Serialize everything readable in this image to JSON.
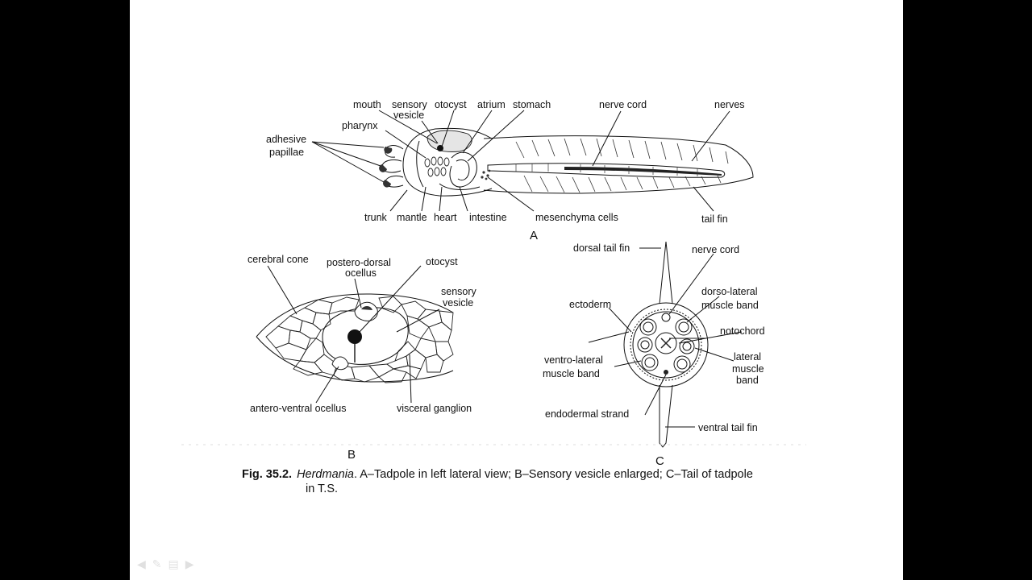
{
  "diagram": {
    "A": {
      "panel": "A",
      "labels": {
        "mouth": "mouth",
        "sensory1": "sensory",
        "sensory2": "vesicle",
        "otocyst": "otocyst",
        "atrium": "atrium",
        "stomach": "stomach",
        "nerve_cord": "nerve cord",
        "nerves": "nerves",
        "pharynx": "pharynx",
        "adhesive1": "adhesive",
        "adhesive2": "papillae",
        "trunk": "trunk",
        "mantle": "mantle",
        "heart": "heart",
        "intestine": "intestine",
        "mesenchyma": "mesenchyma cells",
        "tail_fin": "tail fin"
      }
    },
    "B": {
      "panel": "B",
      "labels": {
        "cerebral_cone": "cerebral cone",
        "postero1": "postero-dorsal",
        "postero2": "ocellus",
        "otocyst": "otocyst",
        "sensory1": "sensory",
        "sensory2": "vesicle",
        "antero": "antero-ventral ocellus",
        "visceral": "visceral ganglion"
      }
    },
    "C": {
      "panel": "C",
      "labels": {
        "dorsal_tail_fin": "dorsal tail fin",
        "nerve_cord": "nerve cord",
        "dorso1": "dorso-lateral",
        "dorso2": "muscle band",
        "ectoderm": "ectoderm",
        "notochord": "notochord",
        "ventro1": "ventro-lateral",
        "ventro2": "muscle band",
        "lateral1": "lateral",
        "lateral2": "muscle",
        "lateral3": "band",
        "endodermal": "endodermal strand",
        "ventral_tail_fin": "ventral tail fin"
      }
    }
  },
  "caption": {
    "fig_number": "Fig. 35.2.",
    "genus": "Herdmania",
    "text_line1": ". A–Tadpole in left lateral view; B–Sensory vesicle enlarged; C–Tail of tadpole",
    "text_line2": "in T.S."
  }
}
